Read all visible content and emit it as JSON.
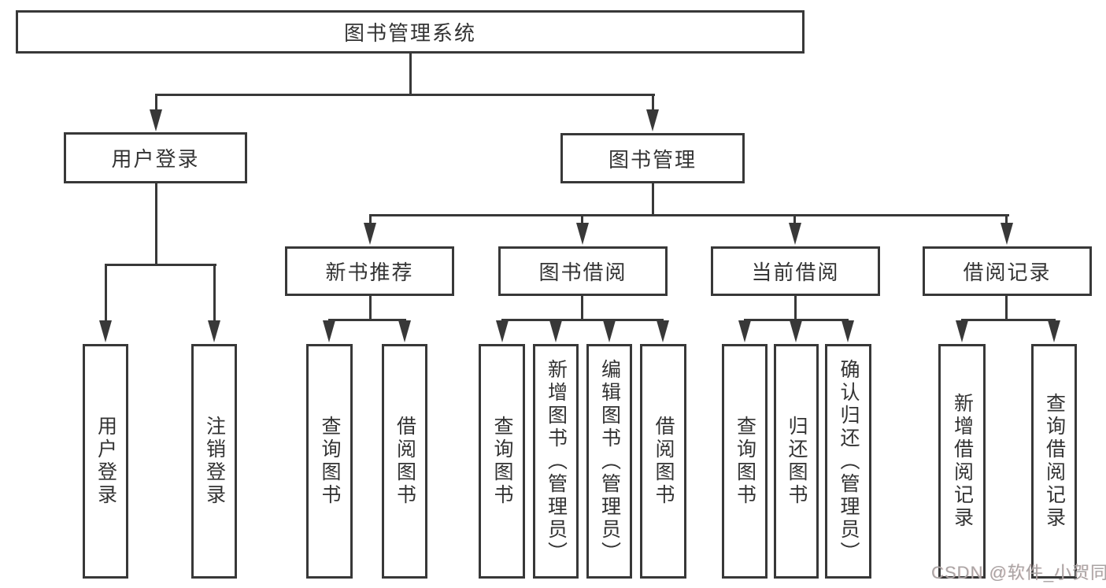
{
  "diagram_title": "图书管理系统",
  "colors": {
    "line": "#383838",
    "node_border": "#383838",
    "node_fill": "#ffffff",
    "text": "#333333",
    "watermark": "#a9a4a4",
    "background": "#ffffff"
  },
  "nodes": {
    "root": {
      "label": "图书管理系统"
    },
    "level2": [
      {
        "label": "用户登录"
      },
      {
        "label": "图书管理"
      }
    ],
    "level3": [
      {
        "label": "新书推荐",
        "parent": "图书管理"
      },
      {
        "label": "图书借阅",
        "parent": "图书管理"
      },
      {
        "label": "当前借阅",
        "parent": "图书管理"
      },
      {
        "label": "借阅记录",
        "parent": "图书管理"
      }
    ],
    "leaves": [
      {
        "label": "用户登录",
        "parent": "用户登录"
      },
      {
        "label": "注销登录",
        "parent": "用户登录"
      },
      {
        "label": "查询图书",
        "parent": "新书推荐"
      },
      {
        "label": "借阅图书",
        "parent": "新书推荐"
      },
      {
        "label": "查询图书",
        "parent": "图书借阅"
      },
      {
        "label": "新增图书（管理员）",
        "parent": "图书借阅"
      },
      {
        "label": "编辑图书（管理员）",
        "parent": "图书借阅"
      },
      {
        "label": "借阅图书",
        "parent": "图书借阅"
      },
      {
        "label": "查询图书",
        "parent": "当前借阅"
      },
      {
        "label": "归还图书",
        "parent": "当前借阅"
      },
      {
        "label": "确认归还（管理员）",
        "parent": "当前借阅"
      },
      {
        "label": "新增借阅记录",
        "parent": "借阅记录"
      },
      {
        "label": "查询借阅记录",
        "parent": "借阅记录"
      }
    ]
  },
  "watermark": {
    "text": "CSDN @软件_小贺同学"
  }
}
